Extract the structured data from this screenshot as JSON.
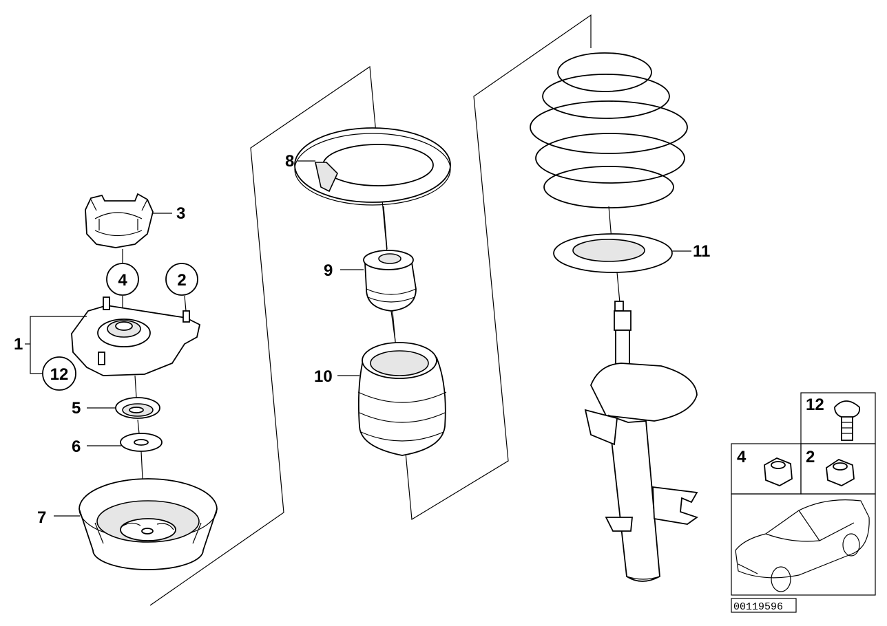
{
  "diagram": {
    "labels": {
      "p1": "1",
      "p2": "2",
      "p3": "3",
      "p4": "4",
      "p5": "5",
      "p6": "6",
      "p7": "7",
      "p8": "8",
      "p9": "9",
      "p10": "10",
      "p11": "11",
      "p12": "12"
    },
    "inset": {
      "bolt": "12",
      "nut_a": "4",
      "nut_b": "2"
    },
    "doc_number": "00119596"
  }
}
